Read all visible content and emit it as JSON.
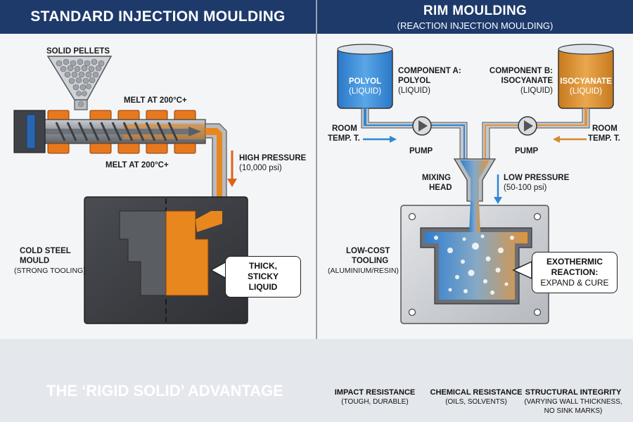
{
  "left": {
    "title": "STANDARD INJECTION MOULDING",
    "solid_pellets": "SOLID PELLETS",
    "melt_top": "MELT AT 200°C+",
    "melt_bottom": "MELT AT 200°C+",
    "pressure_title": "HIGH PRESSURE",
    "pressure_value": "(10,000 psi)",
    "mould_title": "COLD STEEL",
    "mould_title2": "MOULD",
    "mould_sub": "(STRONG TOOLING)",
    "callout_line1": "THICK,",
    "callout_line2": "STICKY LIQUID"
  },
  "right": {
    "title": "RIM MOULDING",
    "subtitle": "(REACTION INJECTION MOULDING)",
    "tank_a_name": "POLYOL",
    "tank_a_state": "(LIQUID)",
    "tank_b_name": "ISOCYANATE",
    "tank_b_state": "(LIQUID)",
    "component_a_title": "COMPONENT A:",
    "component_a_name": "POLYOL",
    "component_a_state": "(LIQUID)",
    "component_b_title": "COMPONENT B:",
    "component_b_name": "ISOCYANATE",
    "component_b_state": "(LIQUID)",
    "room_temp_line1": "ROOM",
    "room_temp_line2": "TEMP. T.",
    "pump_label": "PUMP",
    "mixing_head_line1": "MIXING",
    "mixing_head_line2": "HEAD",
    "pressure_title": "LOW PRESSURE",
    "pressure_value": "(50-100 psi)",
    "tooling_line1": "LOW-COST",
    "tooling_line2": "TOOLING",
    "tooling_sub": "(ALUMINIUM/RESIN)",
    "callout_line1": "EXOTHERMIC",
    "callout_line2": "REACTION:",
    "callout_line3": "EXPAND & CURE"
  },
  "footer": {
    "advantage": "THE ‘RIGID SOLID’ ADVANTAGE",
    "features": [
      {
        "icon": "hammer-shield-icon",
        "title": "IMPACT RESISTANCE",
        "sub": "(TOUGH, DURABLE)"
      },
      {
        "icon": "flask-gear-icon",
        "title": "CHEMICAL RESISTANCE",
        "sub": "(OILS, SOLVENTS)"
      },
      {
        "icon": "i-beam-icon",
        "title": "STRUCTURAL INTEGRITY",
        "sub": "(VARYING WALL THICKNESS,",
        "sub2": "NO SINK MARKS)"
      }
    ]
  },
  "colors": {
    "navy": "#1e3a6b",
    "molten_orange": "#e8871e",
    "polyol_blue": "#2f86d6",
    "isocyanate_orange": "#d48a2a",
    "steel_dark": "#3f4247"
  }
}
